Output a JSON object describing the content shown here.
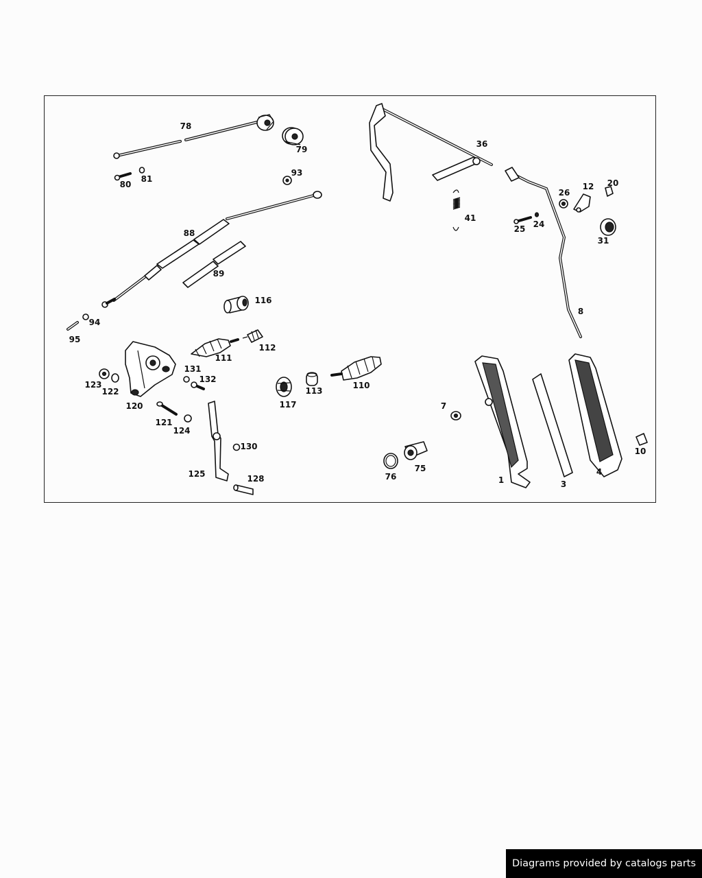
{
  "callouts": {
    "p1": "1",
    "p3": "3",
    "p4": "4",
    "p7": "7",
    "p8": "8",
    "p10": "10",
    "p12": "12",
    "p20": "20",
    "p24": "24",
    "p25": "25",
    "p26": "26",
    "p31": "31",
    "p36": "36",
    "p41": "41",
    "p75": "75",
    "p76": "76",
    "p78": "78",
    "p79": "79",
    "p80": "80",
    "p81": "81",
    "p88": "88",
    "p89": "89",
    "p93": "93",
    "p94": "94",
    "p95": "95",
    "p110": "110",
    "p111": "111",
    "p112": "112",
    "p113": "113",
    "p116": "116",
    "p117": "117",
    "p120": "120",
    "p121": "121",
    "p122": "122",
    "p123": "123",
    "p124": "124",
    "p125": "125",
    "p128": "128",
    "p130": "130",
    "p131": "131",
    "p132": "132"
  },
  "footer": {
    "credit": "Diagrams provided by catalogs parts"
  },
  "colors": {
    "line": "#111111",
    "banner_bg": "#000000",
    "banner_text": "#ffffff",
    "page_bg": "#fcfcfc"
  }
}
